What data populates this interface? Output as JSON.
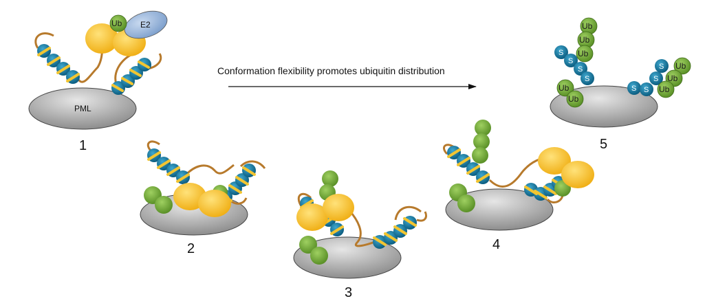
{
  "arrow_label": "Conformation flexibility promotes ubiquitin distribution",
  "labels": {
    "pml": "PML",
    "ub": "Ub",
    "e2": "E2",
    "sumo": "S"
  },
  "stages": [
    "1",
    "2",
    "3",
    "4",
    "5"
  ],
  "colors": {
    "membrane": "#9a9a9a",
    "sumo_teal": "#1d7fa6",
    "helix_yellow": "#f2c531",
    "ligase_gold": "#f3b71a",
    "linker_brown": "#b77a2c",
    "ubiquitin_green": "#7ab03e",
    "e2_blue": "#8fb0d8"
  }
}
